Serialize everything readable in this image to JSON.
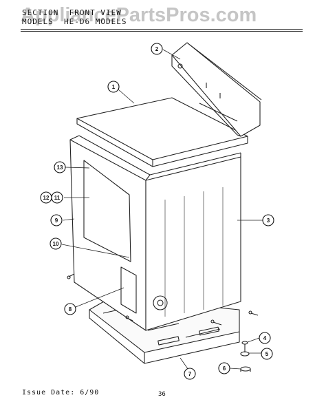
{
  "watermark": "AppliancePartsPros.com",
  "header": {
    "line1": "SECTION  FRONT VIEW",
    "line2": "MODELS  HE-D6 MODELS"
  },
  "footer": {
    "issue": "Issue Date: 6/90",
    "page": "36"
  },
  "callouts": {
    "c1": "1",
    "c2": "2",
    "c3": "3",
    "c4": "4",
    "c5": "5",
    "c6": "6",
    "c7": "7",
    "c8": "8",
    "c9": "9",
    "c10": "10",
    "c11": "11",
    "c12": "12",
    "c13": "13"
  }
}
